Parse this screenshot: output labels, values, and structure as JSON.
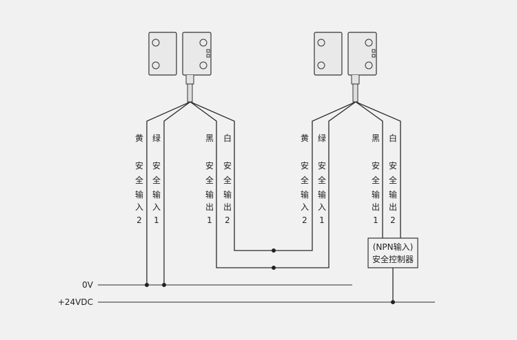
{
  "bus": {
    "zero_v": "0V",
    "plus_24": "+24VDC"
  },
  "controller": {
    "line1": "(NPN输入)",
    "line2": "安全控制器"
  },
  "sensor_left": {
    "wires": [
      {
        "color_name": "黄",
        "chars": [
          "安",
          "全",
          "输",
          "入",
          "2"
        ]
      },
      {
        "color_name": "绿",
        "chars": [
          "安",
          "全",
          "输",
          "入",
          "1"
        ]
      },
      {
        "color_name": "黑",
        "chars": [
          "安",
          "全",
          "输",
          "出",
          "1"
        ]
      },
      {
        "color_name": "白",
        "chars": [
          "安",
          "全",
          "输",
          "出",
          "2"
        ]
      }
    ]
  },
  "sensor_right": {
    "wires": [
      {
        "color_name": "黄",
        "chars": [
          "安",
          "全",
          "输",
          "入",
          "2"
        ]
      },
      {
        "color_name": "绿",
        "chars": [
          "安",
          "全",
          "输",
          "入",
          "1"
        ]
      },
      {
        "color_name": "黑",
        "chars": [
          "安",
          "全",
          "输",
          "出",
          "1"
        ]
      },
      {
        "color_name": "白",
        "chars": [
          "安",
          "全",
          "输",
          "出",
          "2"
        ]
      }
    ]
  }
}
